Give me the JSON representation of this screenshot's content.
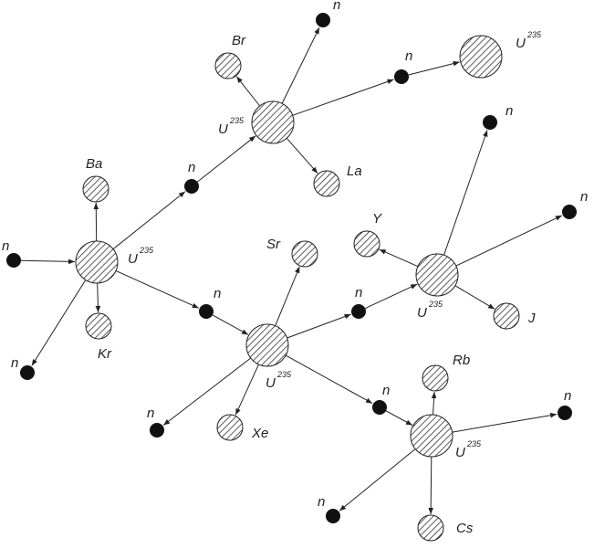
{
  "labels": {
    "neutron": "n",
    "uranium_base": "U",
    "uranium_mass": "235"
  },
  "colors": {
    "line": "#222222",
    "neutron_fill": "#111111",
    "hatch": "#333333",
    "background": "#ffffff"
  },
  "fragments": {
    "ba": "Ba",
    "kr": "Kr",
    "br": "Br",
    "la": "La",
    "sr": "Sr",
    "xe": "Xe",
    "y": "Y",
    "j": "J",
    "rb": "Rb",
    "cs": "Cs"
  }
}
